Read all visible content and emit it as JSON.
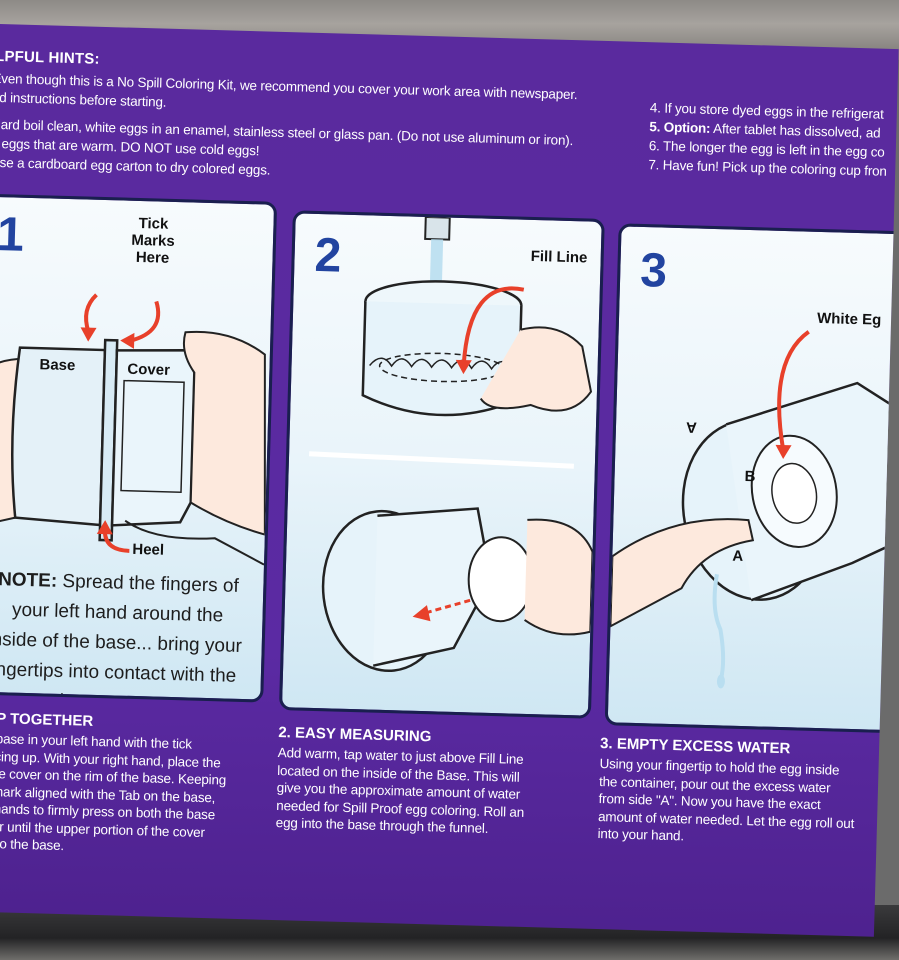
{
  "hints": {
    "title": "LPFUL HINTS:",
    "left_lines": [
      "Even though this is a No Spill Coloring Kit, we recommend you cover your work area with newspaper.",
      "nd instructions before starting.",
      "Hard boil clean, white eggs in an enamel, stainless steel or glass pan. (Do not use aluminum or iron).",
      "e eggs that are warm. DO NOT use cold eggs!",
      "Use a cardboard egg carton to dry colored eggs."
    ],
    "right_lines": [
      {
        "strong": "",
        "text": "4. If you store dyed eggs in the refrigerat"
      },
      {
        "strong": "5. Option:",
        "text": " After tablet has dissolved, ad"
      },
      {
        "strong": "",
        "text": "6. The longer the egg is left in the egg co"
      },
      {
        "strong": "",
        "text": "7. Have fun! Pick up the coloring cup fron"
      }
    ]
  },
  "panels": [
    {
      "number": "1",
      "labels": {
        "tick": "Tick\nMarks\nHere",
        "base": "Base",
        "cover": "Cover",
        "heel": "Heel"
      },
      "note_strong": "NOTE:",
      "note_lines": [
        " Spread the fingers of",
        "your left hand around the",
        "nside of the base... bring your",
        "ngertips into contact with the",
        "inner corners"
      ]
    },
    {
      "number": "2",
      "labels": {
        "fill": "Fill Line"
      }
    },
    {
      "number": "3",
      "labels": {
        "white": "White Eg",
        "a_top": "A",
        "b": "B",
        "a_bottom": "A"
      }
    }
  ],
  "steps": [
    {
      "title": "NAP TOGETHER",
      "body": "the base in your left hand with the tick\nk facing up. With your right hand, place the\nof the cover on the rim of the base. Keeping\nick mark aligned with the Tab on the base,\noth hands to firmly press on both the base\ncover until the upper portion of the cover\ns onto the base."
    },
    {
      "title": "2. EASY MEASURING",
      "body": "Add warm, tap water to just above Fill Line\nlocated on the inside of the Base. This will\ngive you the approximate amount of water\nneeded for Spill Proof egg coloring. Roll an\negg into the base through the funnel."
    },
    {
      "title": "3. EMPTY EXCESS WATER",
      "body": "Using your fingertip to hold the egg inside\nthe container, pour out the excess water\nfrom side \"A\". Now you have the exact\namount of water needed. Let the egg roll out\ninto your hand."
    }
  ],
  "colors": {
    "box_purple": "#5a2aa0",
    "panel_border": "#1a1f4f",
    "arrow_red": "#e8402a",
    "number_blue": "#2244a0"
  }
}
